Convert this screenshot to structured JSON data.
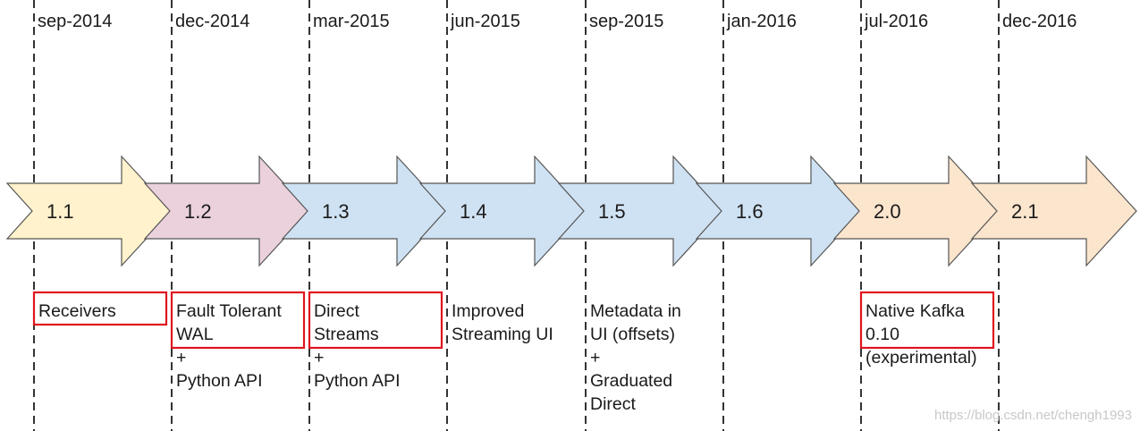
{
  "timeline": {
    "colors": {
      "divider": "#333333",
      "highlight_box": "#e0141e",
      "arrow_stroke": "#555555"
    },
    "milestones": [
      {
        "date": "sep-2014",
        "version": "1.1",
        "fill": "#fff2cc",
        "feature_lines": [
          "Receivers"
        ],
        "highlight_lines": 1
      },
      {
        "date": "dec-2014",
        "version": "1.2",
        "fill": "#ead1dc",
        "feature_lines": [
          "Fault Tolerant",
          "WAL",
          "+",
          "Python API"
        ],
        "highlight_lines": 2
      },
      {
        "date": "mar-2015",
        "version": "1.3",
        "fill": "#cfe2f3",
        "feature_lines": [
          "Direct",
          "Streams",
          "+",
          "Python API"
        ],
        "highlight_lines": 2
      },
      {
        "date": "jun-2015",
        "version": "1.4",
        "fill": "#cfe2f3",
        "feature_lines": [
          "Improved",
          "Streaming UI"
        ],
        "highlight_lines": 0
      },
      {
        "date": "sep-2015",
        "version": "1.5",
        "fill": "#cfe2f3",
        "feature_lines": [
          "Metadata in",
          "UI (offsets)",
          "+",
          "Graduated",
          "Direct"
        ],
        "highlight_lines": 0
      },
      {
        "date": "jan-2016",
        "version": "1.6",
        "fill": "#cfe2f3",
        "feature_lines": [],
        "highlight_lines": 0
      },
      {
        "date": "jul-2016",
        "version": "2.0",
        "fill": "#fce5cd",
        "feature_lines": [
          "Native Kafka",
          "0.10",
          "(experimental)"
        ],
        "highlight_lines": 2
      },
      {
        "date": "dec-2016",
        "version": "2.1",
        "fill": "#fce5cd",
        "feature_lines": [],
        "highlight_lines": 0
      }
    ]
  },
  "watermark": "https://blog.csdn.net/chengh1993"
}
